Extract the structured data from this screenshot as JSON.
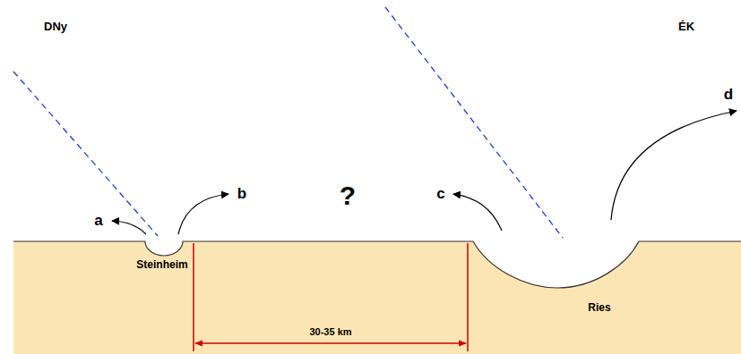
{
  "diagram": {
    "labels": [
      "DNy",
      "ÉK",
      "a",
      "b",
      "?",
      "c",
      "d",
      "Steinheim",
      "Ries",
      "30-35 km"
    ]
  }
}
